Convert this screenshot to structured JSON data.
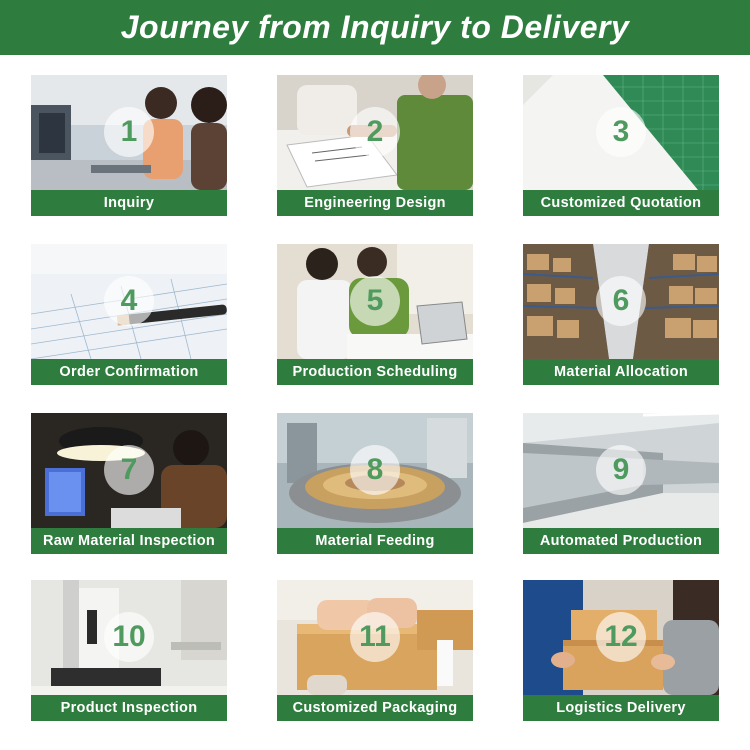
{
  "header": {
    "title": "Journey from Inquiry to Delivery"
  },
  "colors": {
    "banner": "#2e7d3e",
    "label_bar": "#2e7d3e",
    "badge_text": "#4f9a5e"
  },
  "steps": [
    {
      "number": "1",
      "label": "Inquiry"
    },
    {
      "number": "2",
      "label": "Engineering Design"
    },
    {
      "number": "3",
      "label": "Customized Quotation"
    },
    {
      "number": "4",
      "label": "Order Confirmation"
    },
    {
      "number": "5",
      "label": "Production Scheduling"
    },
    {
      "number": "6",
      "label": "Material Allocation"
    },
    {
      "number": "7",
      "label": "Raw Material Inspection"
    },
    {
      "number": "8",
      "label": "Material Feeding"
    },
    {
      "number": "9",
      "label": "Automated Production"
    },
    {
      "number": "10",
      "label": "Product Inspection"
    },
    {
      "number": "11",
      "label": "Customized Packaging"
    },
    {
      "number": "12",
      "label": "Logistics Delivery"
    }
  ]
}
